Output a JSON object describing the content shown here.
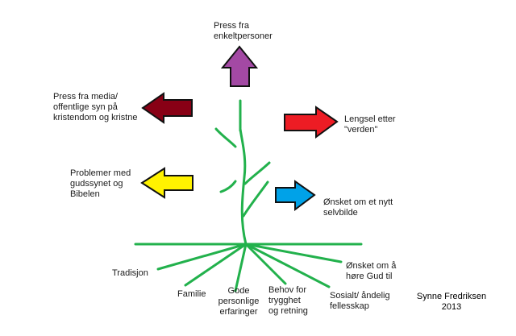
{
  "forces": {
    "top": "Press fra\nenkeltpersoner",
    "upper_left": "Press fra media/\noffentlige syn  på\nkristendom og kristne",
    "upper_right": "Lengsel etter\n\"verden\"",
    "lower_left": "Problemer med\ngudssynet og\nBibelen",
    "lower_right": "Ønsket om et nytt\nselvbilde"
  },
  "roots": {
    "r1": "Tradisjon",
    "r2": "Familie",
    "r3": "Gode\npersonlige\nerfaringer",
    "r4": "Behov for\ntrygghet\nog retning",
    "r5": "Sosialt/ åndelig\nfellesskap",
    "r6": "Ønsket om å\nhøre Gud til"
  },
  "credit": {
    "name": "Synne Fredriksen",
    "year": "2013"
  },
  "colors": {
    "plant": "#22b14c",
    "arrow_top": "#a349a4",
    "arrow_upper_left": "#880015",
    "arrow_upper_right": "#ed1c24",
    "arrow_lower_left": "#fff200",
    "arrow_lower_right": "#00a2e8"
  }
}
